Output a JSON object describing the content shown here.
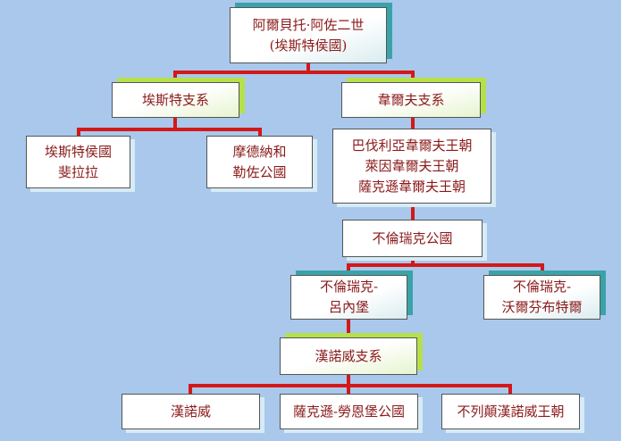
{
  "colors": {
    "background": "#a9c8ec",
    "connector": "#d41818",
    "text": "#8b1a1a",
    "accent_teal": "#3aa3a8",
    "accent_lime": "#b6e04a"
  },
  "nodes": {
    "root": "阿爾貝托·阿佐二世\n(埃斯特侯國)",
    "este_branch": "埃斯特支系",
    "welf_branch": "韋爾夫支系",
    "este_ferrara": "埃斯特侯國\n斐拉拉",
    "modena_reggio": "摩德納和\n勒佐公國",
    "welf_dynasties": "巴伐利亞韋爾夫王朝\n萊因韋爾夫王朝\n薩克遜韋爾夫王朝",
    "brunswick_duchy": "不倫瑞克公國",
    "brunswick_luneburg": "不倫瑞克-\n呂內堡",
    "brunswick_wolfenbuttel": "不倫瑞克-\n沃爾芬布特爾",
    "hanover_branch": "漢諾威支系",
    "hanover": "漢諾威",
    "saxe_lauenburg": "薩克遜-勞恩堡公國",
    "british_hanover": "不列顛漢諾威王朝"
  }
}
